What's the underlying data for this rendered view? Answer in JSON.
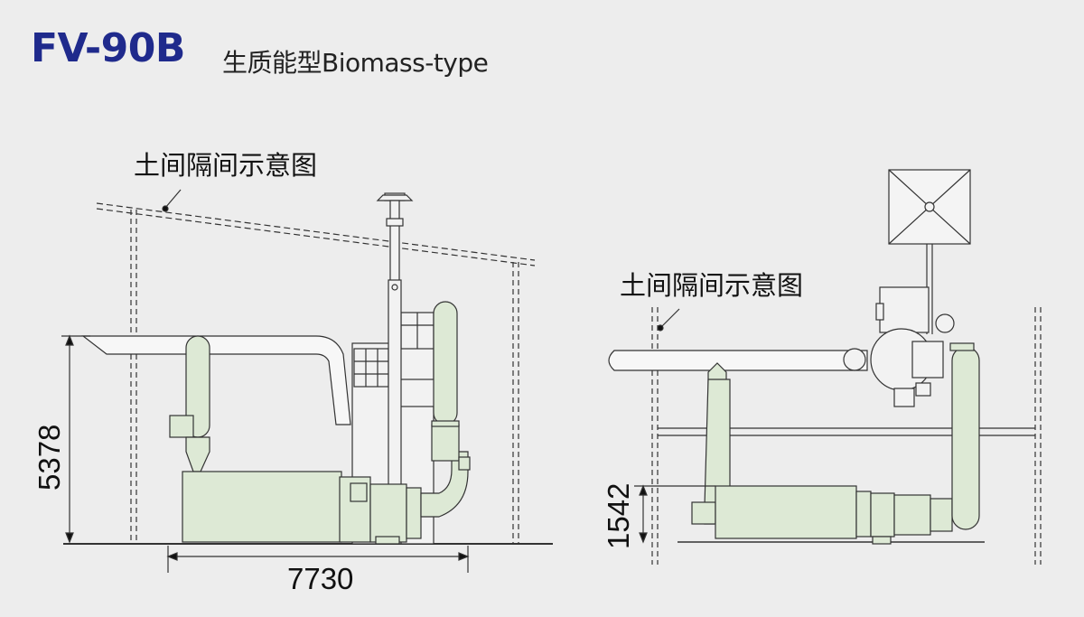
{
  "header": {
    "model": "FV-90B",
    "subtitle": "生质能型Biomass-type"
  },
  "side_view": {
    "label": "土间隔间示意图",
    "dim_height": "5378",
    "dim_length": "7730"
  },
  "front_view": {
    "label": "土间隔间示意图",
    "dim_height": "1542"
  },
  "colors": {
    "equipment_fill": "#dde9d5",
    "line": "#333333",
    "title_blue": "#1f2a8c",
    "background": "#ededed"
  }
}
